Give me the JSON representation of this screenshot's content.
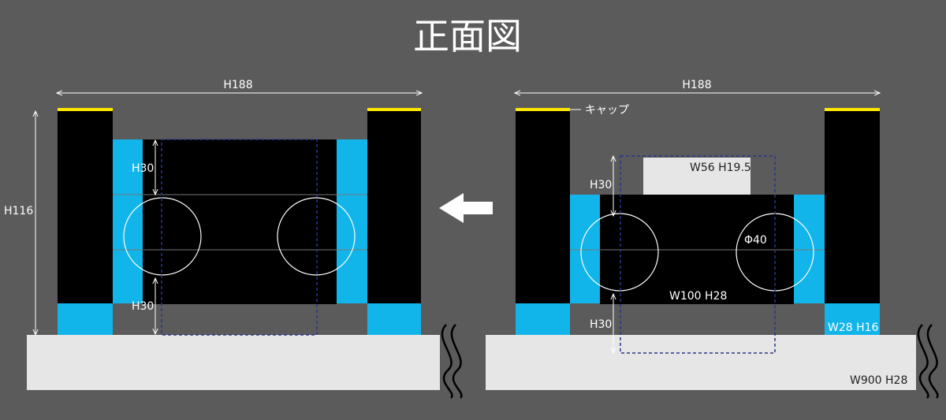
{
  "title": "正面図",
  "colors": {
    "background": "#5b5b5b",
    "block": "#000000",
    "accent_blue": "#12b5ea",
    "cap_yellow": "#ffe600",
    "base_gray": "#e6e6e6",
    "dashed_outline": "#2b3588"
  },
  "left_view": {
    "width_label": "H188",
    "height_label": "H116",
    "gap_top_label": "H30",
    "gap_bottom_label": "H30"
  },
  "arrow": {
    "icon": "left-arrow-icon"
  },
  "right_view": {
    "width_label": "H188",
    "cap_label": "キャップ",
    "top_block_label": "W56 H19.5",
    "gap_label": "H30",
    "hole_label": "Φ40",
    "center_block_label": "W100 H28",
    "bottom_gap_label": "H30",
    "foot_label": "W28 H16",
    "base_label": "W900 H28"
  }
}
